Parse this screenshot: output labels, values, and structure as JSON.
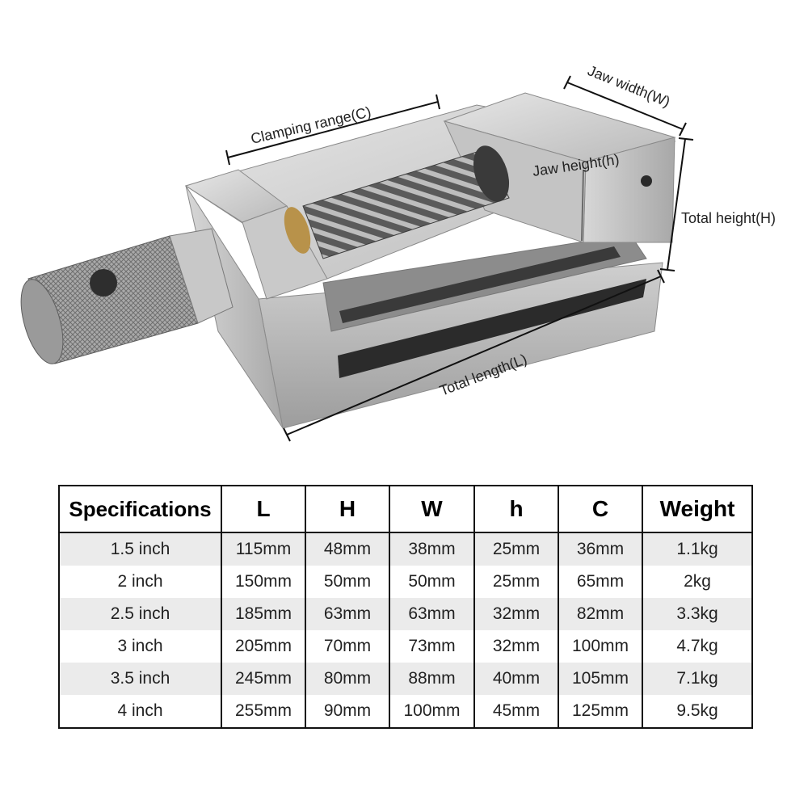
{
  "dimensions": {
    "clamping_range": "Clamping range(C)",
    "jaw_width": "Jaw width(W)",
    "jaw_height": "Jaw height(h)",
    "total_height": "Total height(H)",
    "total_length": "Total length(L)"
  },
  "table": {
    "headers": [
      "Specifications",
      "L",
      "H",
      "W",
      "h",
      "C",
      "Weight"
    ],
    "rows": [
      [
        "1.5 inch",
        "115mm",
        "48mm",
        "38mm",
        "25mm",
        "36mm",
        "1.1kg"
      ],
      [
        "2 inch",
        "150mm",
        "50mm",
        "50mm",
        "25mm",
        "65mm",
        "2kg"
      ],
      [
        "2.5 inch",
        "185mm",
        "63mm",
        "63mm",
        "32mm",
        "82mm",
        "3.3kg"
      ],
      [
        "3 inch",
        "205mm",
        "70mm",
        "73mm",
        "32mm",
        "100mm",
        "4.7kg"
      ],
      [
        "3.5 inch",
        "245mm",
        "80mm",
        "88mm",
        "40mm",
        "105mm",
        "7.1kg"
      ],
      [
        "4 inch",
        "255mm",
        "90mm",
        "100mm",
        "45mm",
        "125mm",
        "9.5kg"
      ]
    ]
  }
}
